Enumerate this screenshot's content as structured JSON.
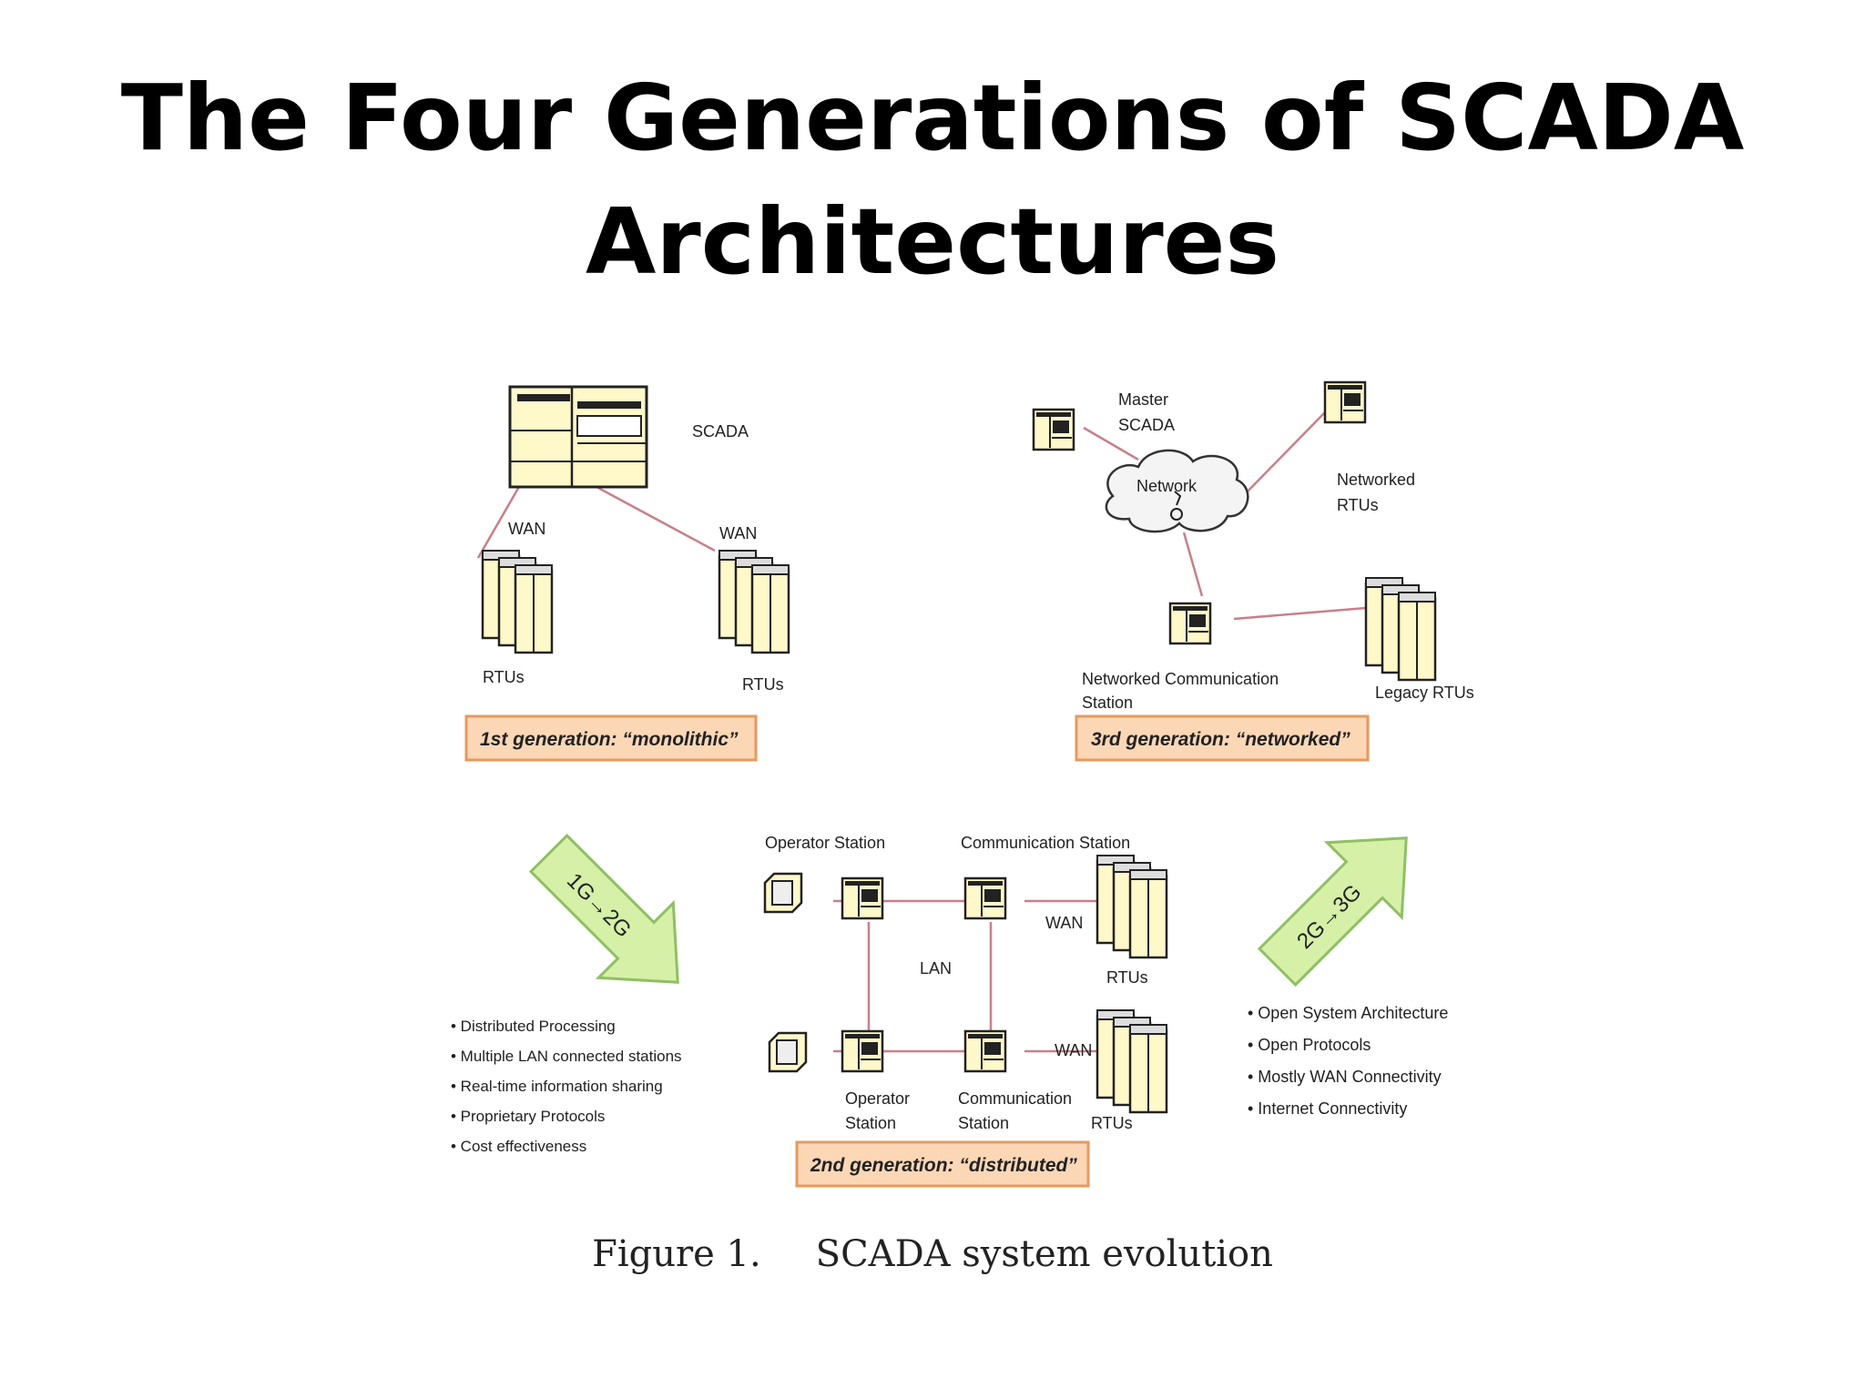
{
  "title": {
    "line1": "The Four Generations of SCADA",
    "line2": "Architectures"
  },
  "gen1": {
    "scada_label": "SCADA",
    "wan_left": "WAN",
    "wan_right": "WAN",
    "rtus_left": "RTUs",
    "rtus_right": "RTUs",
    "banner": "1st generation: “monolithic”"
  },
  "gen3": {
    "master_line1": "Master",
    "master_line2": "SCADA",
    "network_label": "Network",
    "networked_rtus_line1": "Networked",
    "networked_rtus_line2": "RTUs",
    "comm_station_line1": "Networked Communication",
    "comm_station_line2": "Station",
    "legacy_rtus": "Legacy RTUs",
    "banner": "3rd generation: “networked”"
  },
  "gen2": {
    "operator_station_top": "Operator Station",
    "communication_station_top": "Communication Station",
    "wan_top": "WAN",
    "rtus_top": "RTUs",
    "lan_label": "LAN",
    "wan_bottom": "WAN",
    "operator_station_bottom_line1": "Operator",
    "operator_station_bottom_line2": "Station",
    "communication_station_bottom_line1": "Communication",
    "communication_station_bottom_line2": "Station",
    "rtus_bottom": "RTUs",
    "banner": "2nd generation: “distributed”"
  },
  "arrows": {
    "left": "1G→2G",
    "right": "2G→3G"
  },
  "bullets_left": [
    "• Distributed Processing",
    "• Multiple LAN connected stations",
    "• Real-time information sharing",
    "• Proprietary Protocols",
    "• Cost effectiveness"
  ],
  "bullets_right": [
    "• Open System Architecture",
    "• Open Protocols",
    "• Mostly WAN Connectivity",
    "• Internet Connectivity"
  ],
  "caption": {
    "figure": "Figure 1.",
    "text": "SCADA system evolution"
  },
  "colors": {
    "device_fill": "#fff8c8",
    "line": "#c97f8a",
    "banner_fill": "#fbd7b5",
    "banner_border": "#e69a5c",
    "arrow_fill": "#d6f0a8",
    "arrow_border": "#8fc062"
  }
}
